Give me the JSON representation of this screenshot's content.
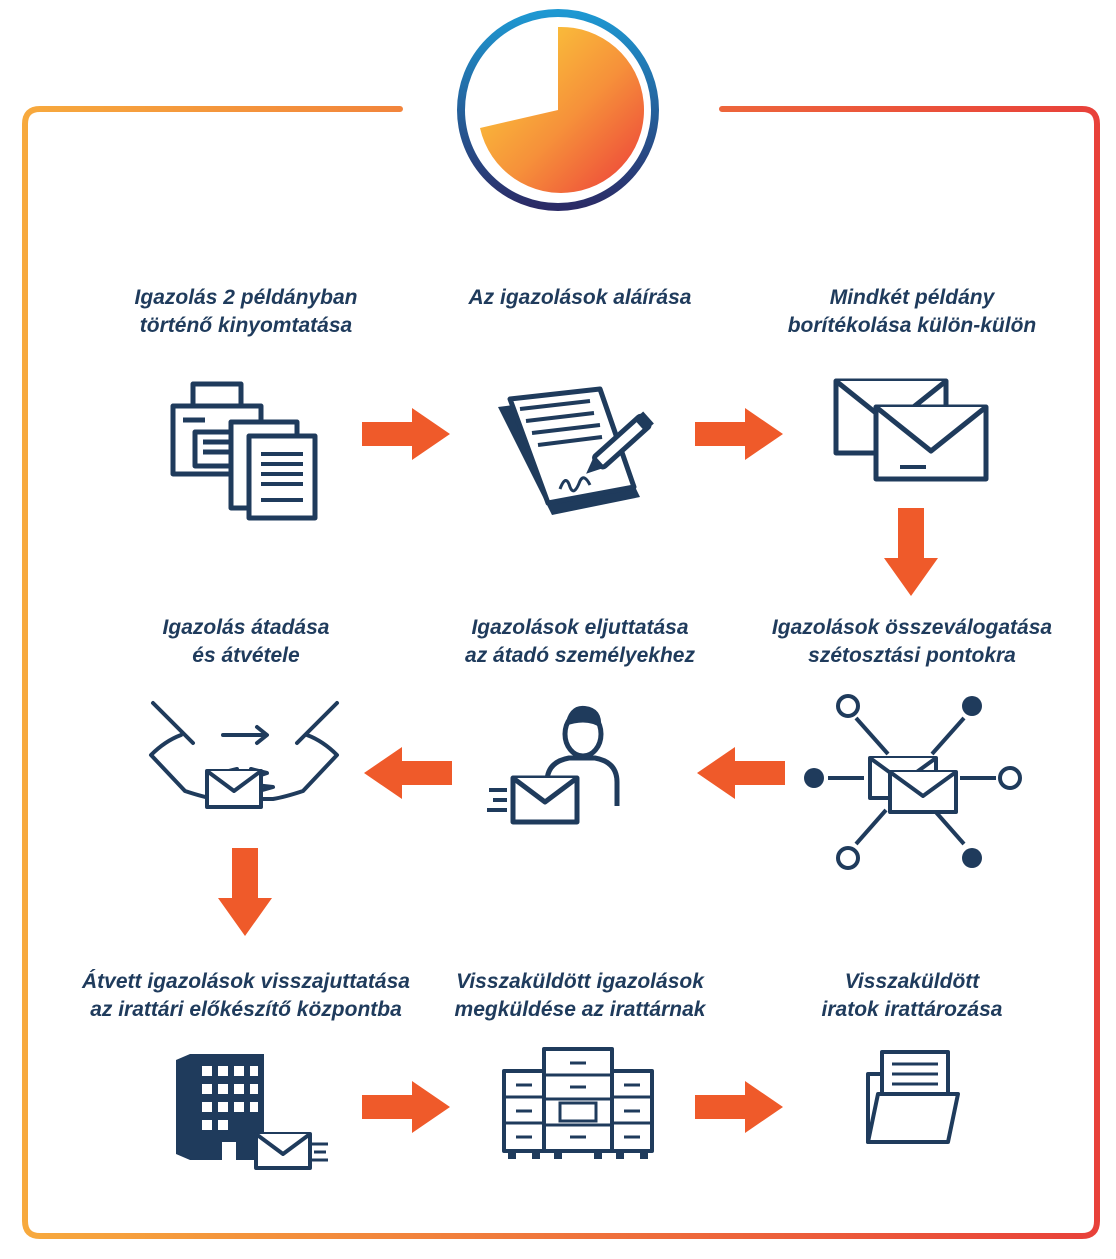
{
  "colors": {
    "navy": "#1f3b5c",
    "orange": "#ef5a2a",
    "frame_left": "#f7a23c",
    "frame_right": "#e8413a",
    "clock_ring_top": "#1e90c8",
    "clock_ring_bottom": "#2b2e6b",
    "clock_fill_a": "#fbd53a",
    "clock_fill_b": "#ee3f3a"
  },
  "clock": {
    "icon": "clock-progress-icon"
  },
  "steps": [
    {
      "id": "print",
      "icon": "printer-documents-icon",
      "lines": [
        "Igazolás 2 példányban",
        "történő kinyomtatása"
      ]
    },
    {
      "id": "sign",
      "icon": "document-signing-pen-icon",
      "lines": [
        "Az igazolások aláírása"
      ]
    },
    {
      "id": "envelope",
      "icon": "two-envelopes-icon",
      "lines": [
        "Mindkét példány",
        "borítékolása külön-külön"
      ]
    },
    {
      "id": "sort",
      "icon": "envelope-distribution-network-icon",
      "lines": [
        "Igazolások összeválogatása",
        "szétosztási pontokra"
      ]
    },
    {
      "id": "deliver",
      "icon": "person-sending-envelope-icon",
      "lines": [
        "Igazolások eljuttatása",
        "az átadó személyekhez"
      ]
    },
    {
      "id": "handover",
      "icon": "hands-passing-envelope-icon",
      "lines": [
        "Igazolás átadása",
        "és átvétele"
      ]
    },
    {
      "id": "return",
      "icon": "office-building-envelope-icon",
      "lines": [
        "Átvett igazolások visszajuttatása",
        "az irattári előkészítő központba"
      ]
    },
    {
      "id": "send",
      "icon": "filing-cabinets-icon",
      "lines": [
        "Visszaküldött igazolások",
        "megküldése az irattárnak"
      ]
    },
    {
      "id": "archive",
      "icon": "folder-documents-icon",
      "lines": [
        "Visszaküldött",
        "iratok irattározása"
      ]
    }
  ],
  "arrows": [
    {
      "from": "print",
      "to": "sign",
      "direction": "right"
    },
    {
      "from": "sign",
      "to": "envelope",
      "direction": "right"
    },
    {
      "from": "envelope",
      "to": "sort",
      "direction": "down"
    },
    {
      "from": "sort",
      "to": "deliver",
      "direction": "left"
    },
    {
      "from": "deliver",
      "to": "handover",
      "direction": "left"
    },
    {
      "from": "handover",
      "to": "return",
      "direction": "down"
    },
    {
      "from": "return",
      "to": "send",
      "direction": "right"
    },
    {
      "from": "send",
      "to": "archive",
      "direction": "right"
    }
  ]
}
